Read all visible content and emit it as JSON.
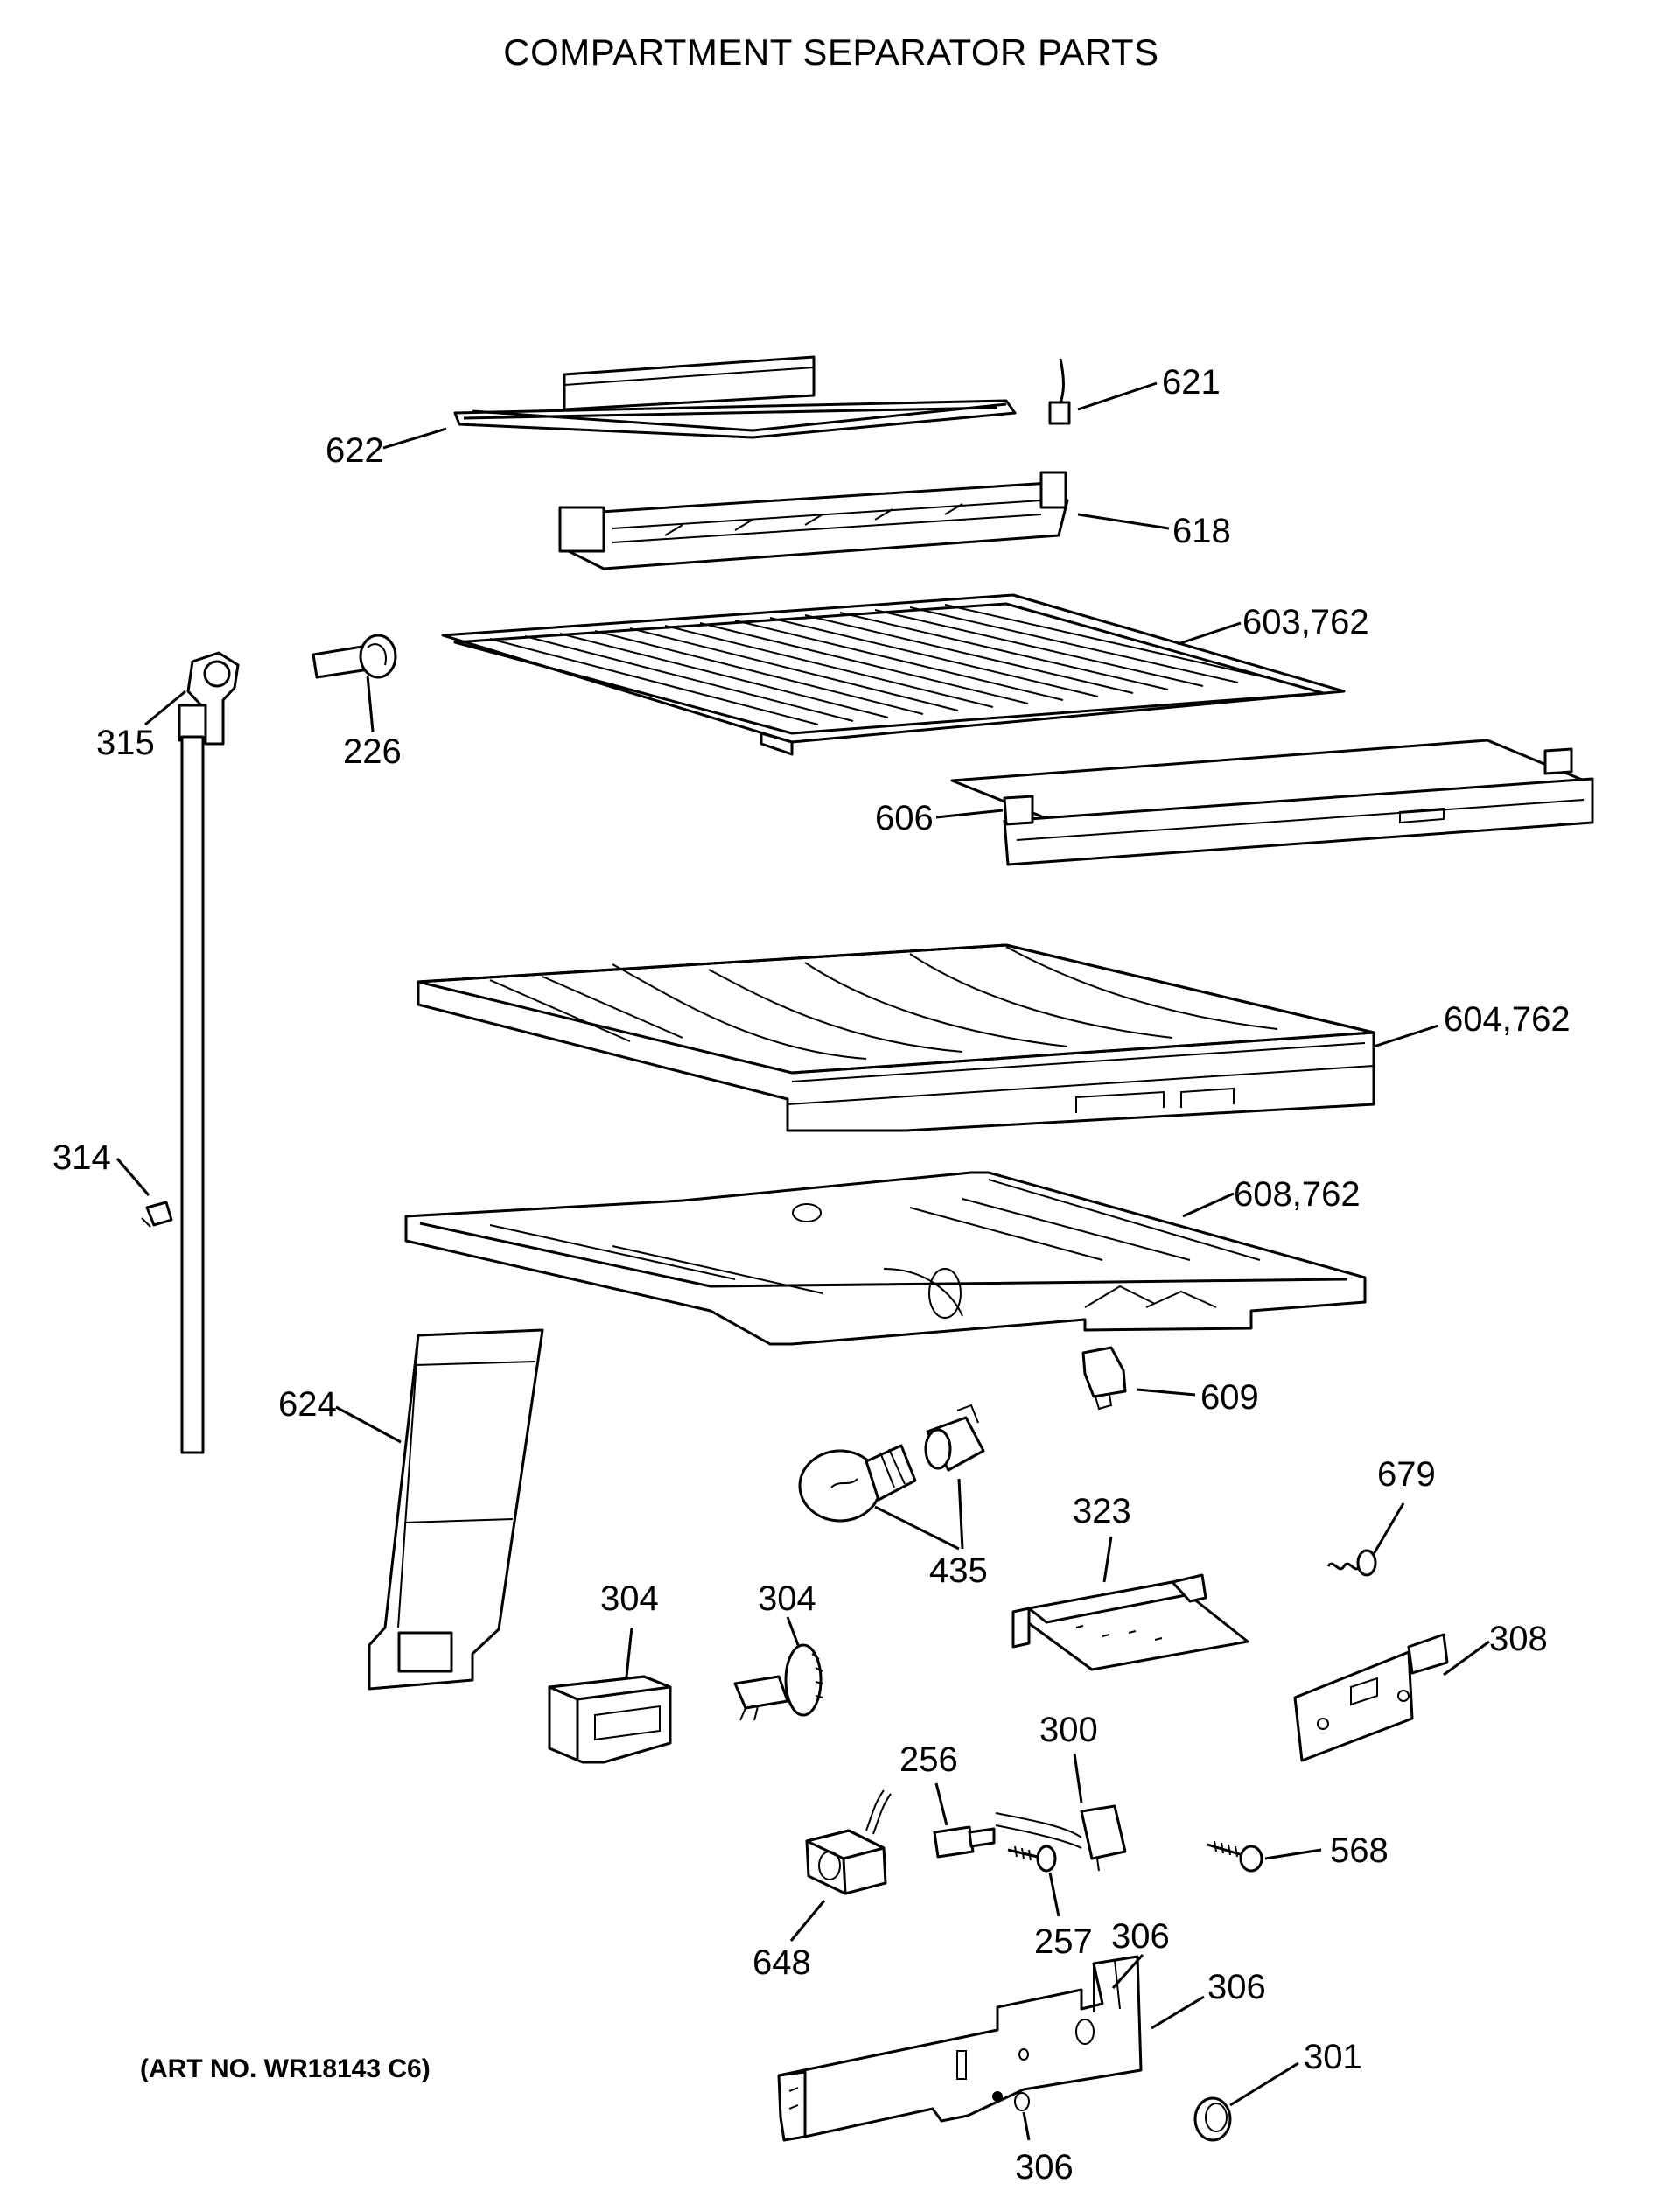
{
  "title": "COMPARTMENT SEPARATOR PARTS",
  "art_number": "(ART NO. WR18143 C6)",
  "callouts": {
    "c621": "621",
    "c622": "622",
    "c618": "618",
    "c603": "603,762",
    "c315": "315",
    "c226": "226",
    "c606": "606",
    "c604": "604,762",
    "c314": "314",
    "c608": "608,762",
    "c609": "609",
    "c624": "624",
    "c679": "679",
    "c435": "435",
    "c323": "323",
    "c304a": "304",
    "c304b": "304",
    "c308": "308",
    "c300": "300",
    "c256": "256",
    "c568": "568",
    "c257": "257",
    "c648": "648",
    "c306a": "306",
    "c306b": "306",
    "c301": "301",
    "c306c": "306"
  }
}
